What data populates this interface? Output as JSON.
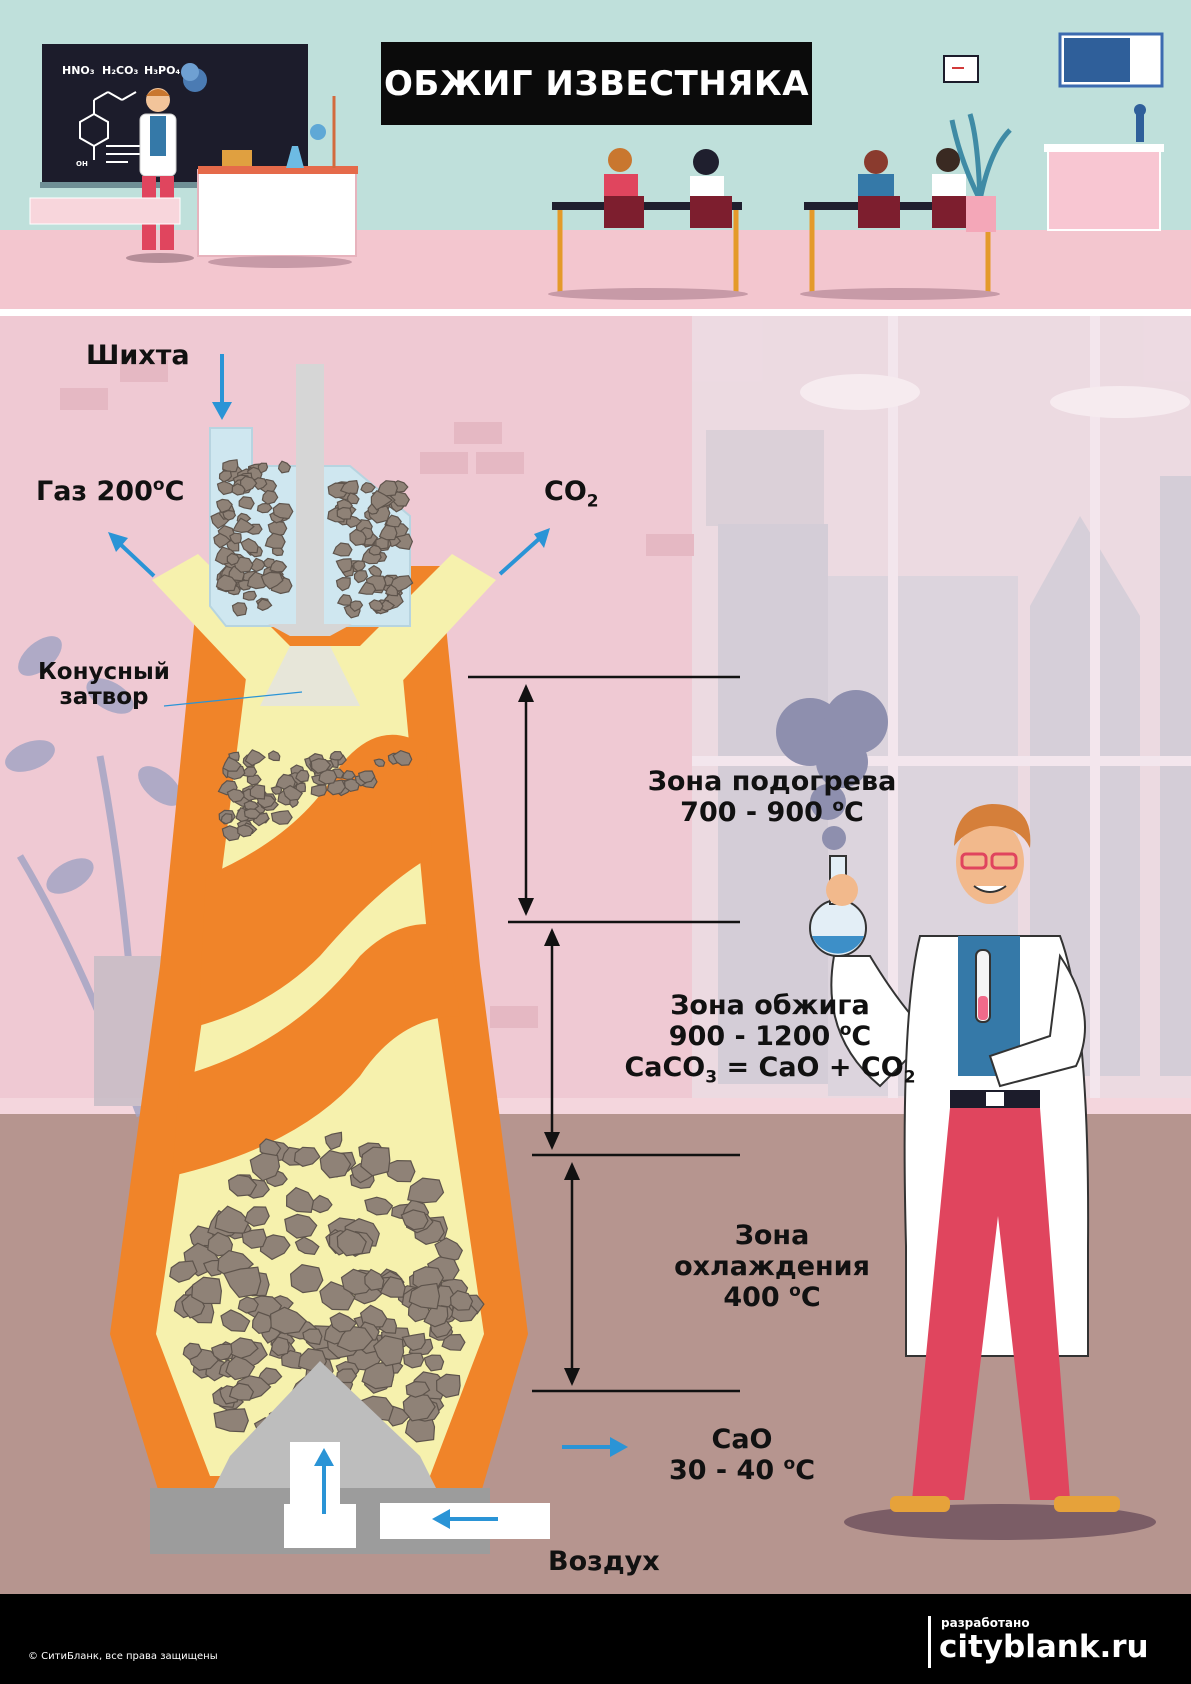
{
  "title": "ОБЖИГ ИЗВЕСТНЯКА",
  "chalkboard": {
    "formulas": [
      "HNO₃",
      "H₂CO₃",
      "H₃PO₄"
    ],
    "molecule_note": "OH"
  },
  "kiln": {
    "input_label": "Шихта",
    "gas_label_main": "Газ 200",
    "gas_label_sup": "о",
    "gas_label_end": "С",
    "co2_label_main": "CO",
    "co2_label_sub": "2",
    "cone_label_line1": "Конусный",
    "cone_label_line2": "затвор",
    "air_label": "Воздух"
  },
  "zones": [
    {
      "name": "Зона подогрева",
      "temp_main": "700 - 900 ",
      "temp_sup": "о",
      "temp_end": "С"
    },
    {
      "name": "Зона обжига",
      "temp_main": "900 - 1200 ",
      "temp_sup": "о",
      "temp_end": "С",
      "equation": {
        "p1": "CaCO",
        "s1": "3",
        "p2": " = CaO + CO",
        "s2": "2"
      }
    },
    {
      "name_line1": "Зона",
      "name_line2": "охлаждения",
      "temp_main": "400 ",
      "temp_sup": "о",
      "temp_end": "С"
    }
  ],
  "output": {
    "name": "CaO",
    "temp_main": "30 - 40 ",
    "temp_sup": "о",
    "temp_end": "С"
  },
  "footer": {
    "copyright": "© СитиБланк, все права защищены",
    "brand_small": "разработано",
    "brand_big": "cityblank.ru"
  },
  "colors": {
    "kiln_shell": "#f08429",
    "kiln_inner": "#f6f1ad",
    "stone": "#8f8277",
    "arrow_blue": "#2a94d6",
    "wall": "#efc9d3",
    "floor": "#b6958f",
    "top_wall": "#bfe0db",
    "top_floor": "#f3c6cf"
  }
}
